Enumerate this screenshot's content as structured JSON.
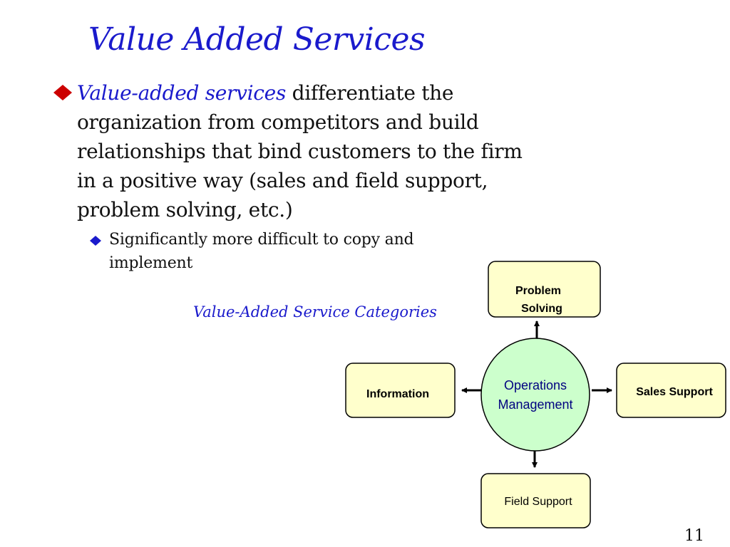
{
  "slide": {
    "title": "Value Added Services",
    "bullet1": {
      "emphasis": "Value-added services",
      "text": " differentiate the organization from competitors and build relationships that bind customers to the firm in a positive way (sales and field support, problem solving, etc.)"
    },
    "bullet2": {
      "text": "Significantly more difficult to copy and implement"
    },
    "caption": "Value-Added Service Categories",
    "page_number": "11"
  },
  "diagram": {
    "center": {
      "line1": "Operations",
      "line2": "Management"
    },
    "top": {
      "line1": "Problem",
      "line2": "Solving"
    },
    "left": {
      "label": "Information"
    },
    "right": {
      "label": "Sales Support"
    },
    "bottom": {
      "label": "Field Support"
    }
  },
  "colors": {
    "title_blue": "#1a1acc",
    "bullet_red": "#cc0000",
    "sub_bullet_blue": "#1a1acc",
    "box_fill": "#ffffcc",
    "circle_fill": "#ccffcc"
  }
}
